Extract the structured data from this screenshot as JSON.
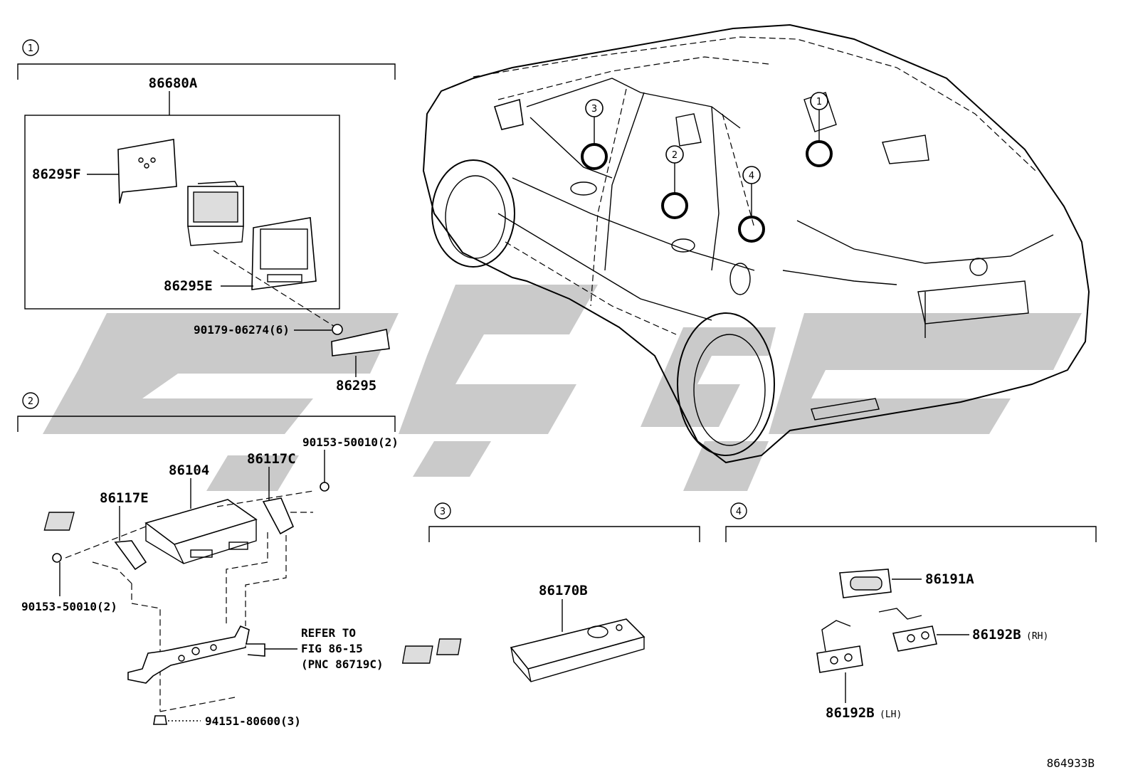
{
  "sections": {
    "s1": {
      "num": "1"
    },
    "s2": {
      "num": "2"
    },
    "s3": {
      "num": "3"
    },
    "s4": {
      "num": "4"
    }
  },
  "car_callouts": [
    "3",
    "2",
    "4",
    "1"
  ],
  "labels": {
    "assembly": "86680A",
    "p86295F": "86295F",
    "p86295E": "86295E",
    "screw1": "90179-06274(6)",
    "p86295": "86295",
    "p86104": "86104",
    "p86117C": "86117C",
    "p86117E": "86117E",
    "bolt_top": "90153-50010(2)",
    "bolt_left": "90153-50010(2)",
    "refer_line1": "REFER TO",
    "refer_line2": "FIG 86-15",
    "refer_line3": "(PNC 86719C)",
    "nut": "94151-80600(3)",
    "remote": "86170B",
    "p86191A": "86191A",
    "p86192B_rh": "86192B",
    "rh": "(RH)",
    "p86192B_lh": "86192B",
    "lh": "(LH)",
    "figure_id": "864933B"
  },
  "colors": {
    "line": "#000000",
    "watermark": "#bdbdbd"
  }
}
